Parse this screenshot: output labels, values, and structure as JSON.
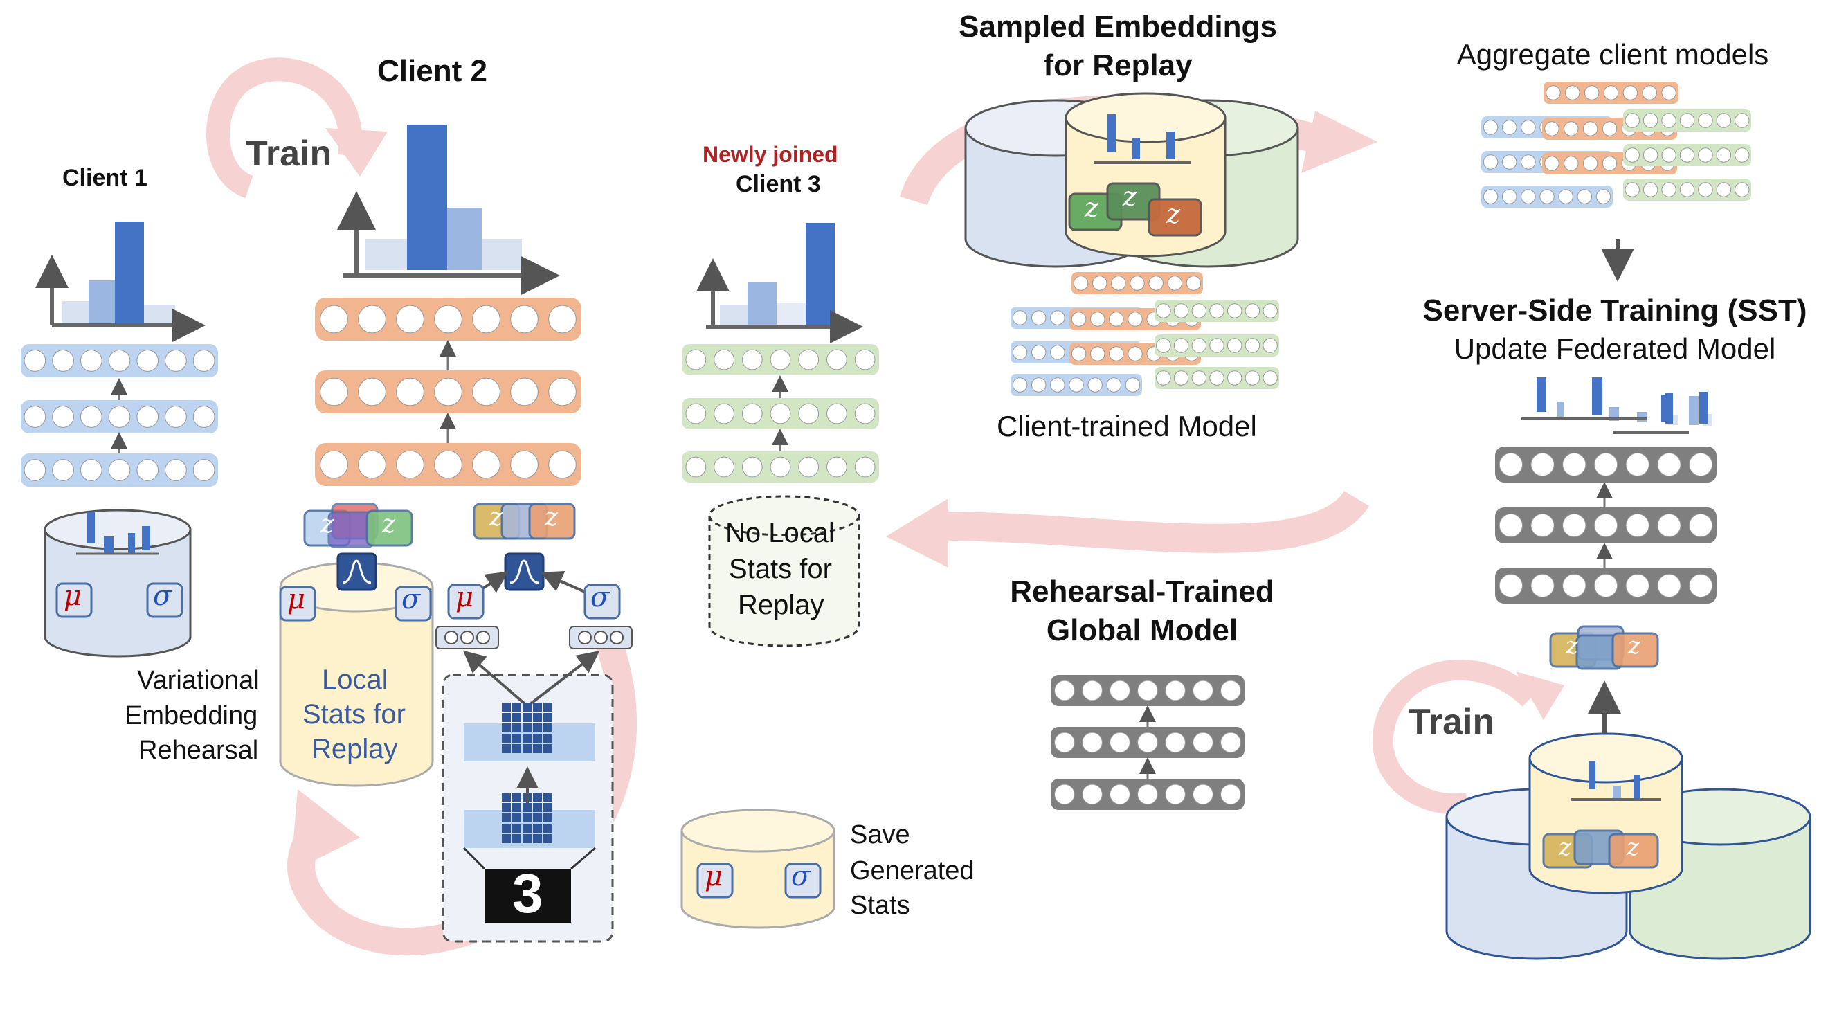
{
  "colors": {
    "blue_layer": "#bcd4f0",
    "orange_layer": "#f1b68f",
    "green_layer": "#d2e6c4",
    "gray_layer": "#7f7f7f",
    "arrow_pink": "#f7d2d2",
    "db_yellow": "#fdf2cc",
    "db_blue": "#d9e2f0",
    "db_green": "#dcebd3",
    "bar_dark": "#4472c4",
    "newly_joined_red": "#b22222"
  },
  "icons": [
    "train-cycle-arrow",
    "bar-histogram",
    "neural-layer",
    "database-cylinder",
    "mu-symbol",
    "sigma-symbol",
    "gaussian-icon",
    "z-embedding-card",
    "digit-three-image",
    "grid-feature-map"
  ],
  "labels": {
    "client1": "Client 1",
    "client2": "Client 2",
    "client2_train": "Train",
    "newly_joined": "Newly joined",
    "client3": "Client 3",
    "no_local_stats": [
      "No Local",
      "Stats for",
      "Replay"
    ],
    "local_stats": [
      "Local",
      "Stats for",
      "Replay"
    ],
    "variational": [
      "Variational",
      "Embedding",
      "Rehearsal"
    ],
    "save_generated": [
      "Save",
      "Generated",
      "Stats"
    ],
    "sampled_embeddings": [
      "Sampled Embeddings",
      "for Replay"
    ],
    "client_trained_model": "Client-trained Model",
    "rehearsal_trained": [
      "Rehearsal-Trained",
      "Global Model"
    ],
    "aggregate": "Aggregate client models",
    "sst_title": "Server-Side Training (SST)",
    "sst_sub": "Update Federated Model",
    "server_train": "Train",
    "mu": "μ",
    "sigma": "σ",
    "z": "z",
    "digit": "3"
  }
}
